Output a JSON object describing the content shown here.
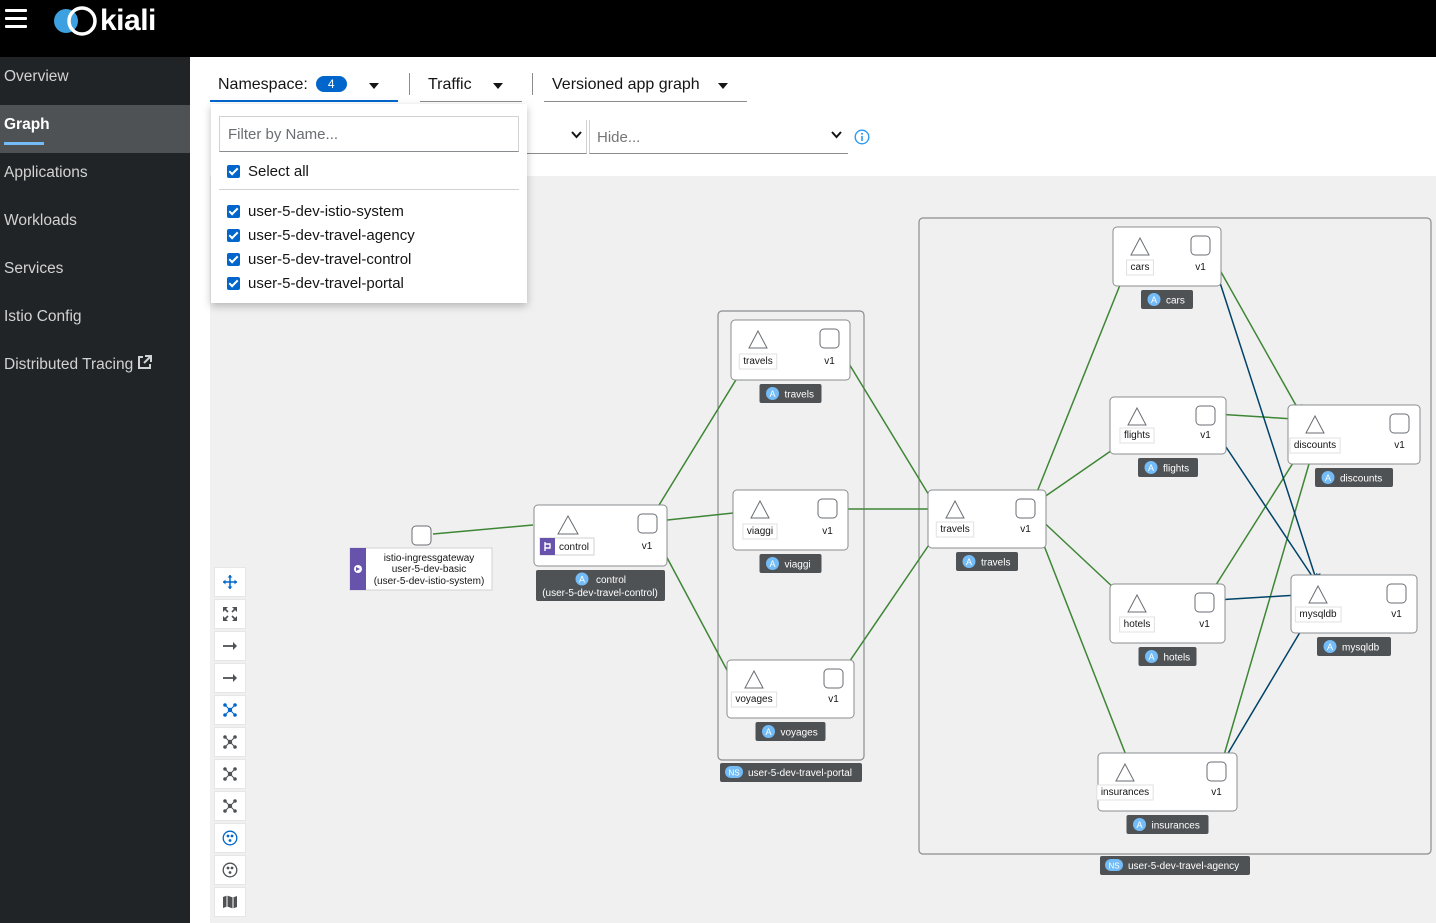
{
  "brand": {
    "name": "kiali"
  },
  "sidebar": {
    "items": [
      {
        "label": "Overview"
      },
      {
        "label": "Graph"
      },
      {
        "label": "Applications"
      },
      {
        "label": "Workloads"
      },
      {
        "label": "Services"
      },
      {
        "label": "Istio Config"
      },
      {
        "label": "Distributed Tracing"
      }
    ]
  },
  "toolbar": {
    "namespace_label": "Namespace:",
    "namespace_count": "4",
    "traffic_label": "Traffic",
    "graph_type_label": "Versioned app graph",
    "hide_placeholder": "Hide..."
  },
  "namespace_dropdown": {
    "filter_placeholder": "Filter by Name...",
    "select_all_label": "Select all",
    "namespaces": [
      {
        "name": "user-5-dev-istio-system",
        "checked": true
      },
      {
        "name": "user-5-dev-travel-agency",
        "checked": true
      },
      {
        "name": "user-5-dev-travel-control",
        "checked": true
      },
      {
        "name": "user-5-dev-travel-portal",
        "checked": true
      }
    ]
  },
  "graph": {
    "badge_app": "A",
    "badge_ns": "NS",
    "groups": [
      {
        "id": "portal",
        "label": "user-5-dev-travel-portal"
      },
      {
        "id": "agency",
        "label": "user-5-dev-travel-agency"
      }
    ],
    "ingress": {
      "line1": "istio-ingressgateway",
      "line2": "user-5-dev-basic",
      "line3": "(user-5-dev-istio-system)"
    },
    "apps": [
      {
        "id": "control",
        "service": "control",
        "version": "v1",
        "label": "control",
        "sublabel": "(user-5-dev-travel-control)"
      },
      {
        "id": "p_travels",
        "service": "travels",
        "version": "v1",
        "label": "travels"
      },
      {
        "id": "p_viaggi",
        "service": "viaggi",
        "version": "v1",
        "label": "viaggi"
      },
      {
        "id": "p_voyages",
        "service": "voyages",
        "version": "v1",
        "label": "voyages"
      },
      {
        "id": "a_travels",
        "service": "travels",
        "version": "v1",
        "label": "travels"
      },
      {
        "id": "cars",
        "service": "cars",
        "version": "v1",
        "label": "cars"
      },
      {
        "id": "flights",
        "service": "flights",
        "version": "v1",
        "label": "flights"
      },
      {
        "id": "hotels",
        "service": "hotels",
        "version": "v1",
        "label": "hotels"
      },
      {
        "id": "insurances",
        "service": "insurances",
        "version": "v1",
        "label": "insurances"
      },
      {
        "id": "discounts",
        "service": "discounts",
        "version": "v1",
        "label": "discounts"
      },
      {
        "id": "mysqldb",
        "service": "mysqldb",
        "version": "v1",
        "label": "mysqldb"
      }
    ],
    "colors": {
      "healthy_edge": "#3e8635",
      "tcp_edge": "#004368",
      "group_border": "#8a8d90"
    }
  }
}
